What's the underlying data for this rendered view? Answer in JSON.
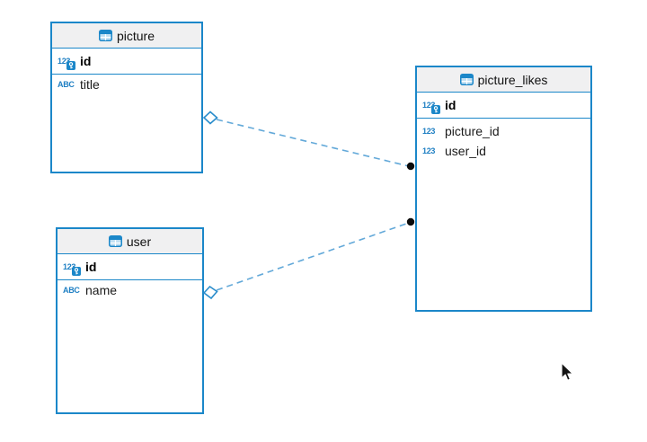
{
  "diagram": {
    "kind": "entity-relationship-diagram",
    "background_color": "#ffffff",
    "accent_color": "#1b87c9",
    "relation_line_color": "#63a9d9",
    "header_bg_color": "#f0f0f1",
    "dot_color": "#0b0b0b"
  },
  "icons": {
    "numeric": "123",
    "text": "ABC",
    "table": "table-grid-icon",
    "primary_key": "key-icon"
  },
  "tables": [
    {
      "title": "picture",
      "columns": [
        {
          "name": "id",
          "type": "numeric",
          "primary_key": true
        },
        {
          "name": "title",
          "type": "text",
          "primary_key": false
        }
      ]
    },
    {
      "title": "user",
      "columns": [
        {
          "name": "id",
          "type": "numeric",
          "primary_key": true
        },
        {
          "name": "name",
          "type": "text",
          "primary_key": false
        }
      ]
    },
    {
      "title": "picture_likes",
      "columns": [
        {
          "name": "id",
          "type": "numeric",
          "primary_key": true
        },
        {
          "name": "picture_id",
          "type": "numeric",
          "primary_key": false
        },
        {
          "name": "user_id",
          "type": "numeric",
          "primary_key": false
        }
      ]
    }
  ],
  "relations": [
    {
      "from": "picture",
      "to": "picture_likes",
      "from_end": "diamond",
      "to_end": "dot",
      "style": "dashed"
    },
    {
      "from": "user",
      "to": "picture_likes",
      "from_end": "diamond",
      "to_end": "dot",
      "style": "dashed"
    }
  ]
}
